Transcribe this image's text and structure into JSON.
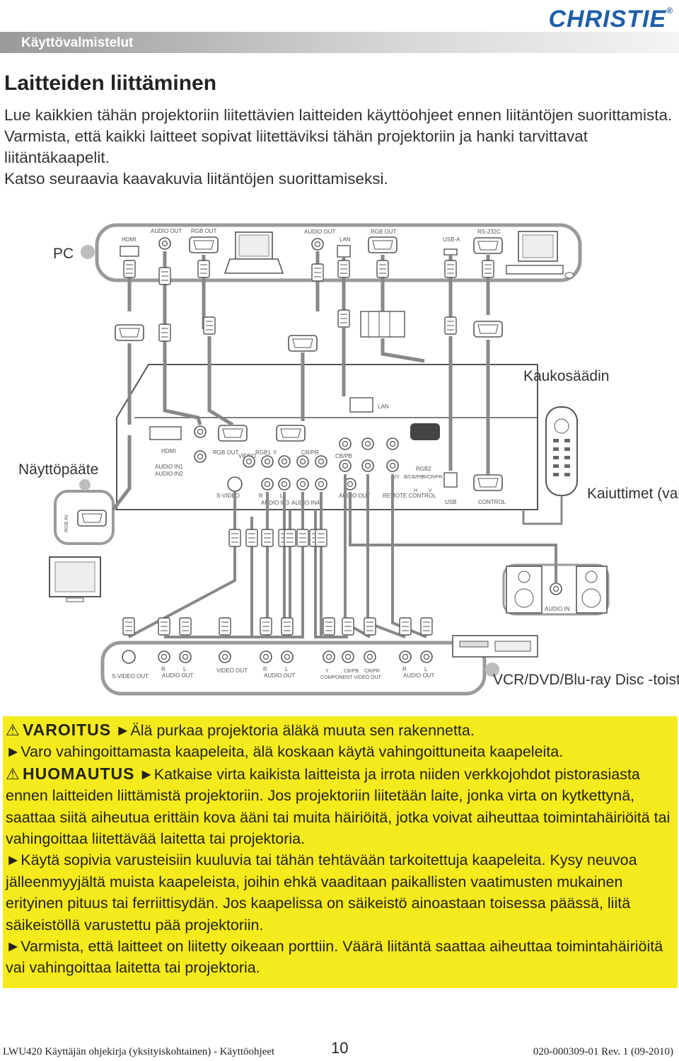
{
  "brand": {
    "name": "CHRISTIE",
    "tm": "®"
  },
  "section_title": "Käyttövalmistelut",
  "heading": "Laitteiden liittäminen",
  "intro": [
    "Lue kaikkien tähän projektoriin liitettävien laitteiden käyttöohjeet ennen liitäntöjen suorittamista. Varmista, että kaikki laitteet sopivat liitettäviksi tähän projektoriin ja hanki tarvittavat liitäntäkaapelit.",
    "Katso seuraavia kaavakuvia liitäntöjen suorittamiseksi."
  ],
  "diagram": {
    "pc_label": "PC",
    "pc_ports": {
      "hdmi": "HDMI",
      "audio_out_1": "AUDIO OUT",
      "rgb_out_1": "RGB OUT",
      "audio_out_2": "AUDIO OUT",
      "lan": "LAN",
      "rgb_out_2": "RGB OUT",
      "usb_a": "USB-A",
      "rs232c": "RS-232C"
    },
    "remote_label": "Kaukosäädin",
    "monitor_label": "Näyttöpääte",
    "monitor_port": "RGB IN",
    "speakers_label": "Kaiuttimet (vahvistimen kanssa)",
    "speakers_port": "AUDIO IN",
    "vcr_label": "VCR/DVD/Blu-ray Disc -toistin",
    "projector_ports": {
      "lan": "LAN",
      "hdmi": "HDMI",
      "audio_in1": "AUDIO IN1",
      "audio_in2": "AUDIO IN2",
      "rgb_out": "RGB OUT",
      "rgb1": "RGB1",
      "video": "VIDEO",
      "y": "Y",
      "cb_pb_1": "CB/PB",
      "cr_pr_1": "CR/PR",
      "s_video": "S-VIDEO",
      "r": "R",
      "l": "L",
      "audio_in3": "AUDIO IN3",
      "audio_in4": "AUDIO IN4",
      "audio_out": "AUDIO OUT",
      "remote_control": "REMOTE CONTROL",
      "rgb2": "RGB2",
      "g_y": "G/Y",
      "b_cb_pb": "B/CB/PB",
      "r_cr_pr": "R/CR/PR",
      "h": "H",
      "v": "V",
      "usb": "USB",
      "control": "CONTROL"
    },
    "vcr_ports": {
      "s_video_out": "S-VIDEO OUT",
      "r": "R",
      "l": "L",
      "audio_out": "AUDIO OUT",
      "video_out": "VIDEO OUT",
      "y": "Y",
      "cb_pb": "CB/PB",
      "cr_pr": "CR/PR",
      "component_video_out": "COMPONENT VIDEO OUT"
    }
  },
  "warnings": {
    "varoitus_label": "VAROITUS",
    "varoitus_lines": [
      "►Älä purkaa projektoria äläkä muuta sen rakennetta.",
      "►Varo vahingoittamasta kaapeleita, älä koskaan käytä vahingoittuneita kaapeleita."
    ],
    "huomautus_label": "HUOMAUTUS",
    "huomautus_lines": [
      "►Katkaise virta kaikista laitteista ja irrota niiden verkkojohdot pistorasiasta ennen laitteiden liittämistä projektoriin. Jos projektoriin liitetään laite, jonka virta on kytkettynä, saattaa siitä aiheutua erittäin kova ääni tai muita häiriöitä, jotka voivat aiheuttaa toimintahäiriöitä tai vahingoittaa liitettävää laitetta tai projektoria.",
      "►Käytä sopivia varusteisiin kuuluvia tai tähän tehtävään tarkoitettuja kaapeleita. Kysy neuvoa jälleenmyyjältä muista kaapeleista, joihin ehkä vaaditaan paikallisten vaatimusten mukainen erityinen pituus tai ferriittisydän. Jos kaapelissa on säikeistö ainoastaan toisessa päässä, liitä säikeistöllä varustettu pää projektoriin.",
      "►Varmista, että laitteet on liitetty oikeaan porttiin. Väärä liitäntä saattaa aiheuttaa toimintahäiriöitä vai vahingoittaa laitetta tai projektoria."
    ]
  },
  "footer": {
    "left": "LWU420 Käyttäjän ohjekirja (yksityiskohtainen) - Käyttöohjeet",
    "page": "10",
    "right": "020-000309-01 Rev. 1 (09-2010)"
  }
}
